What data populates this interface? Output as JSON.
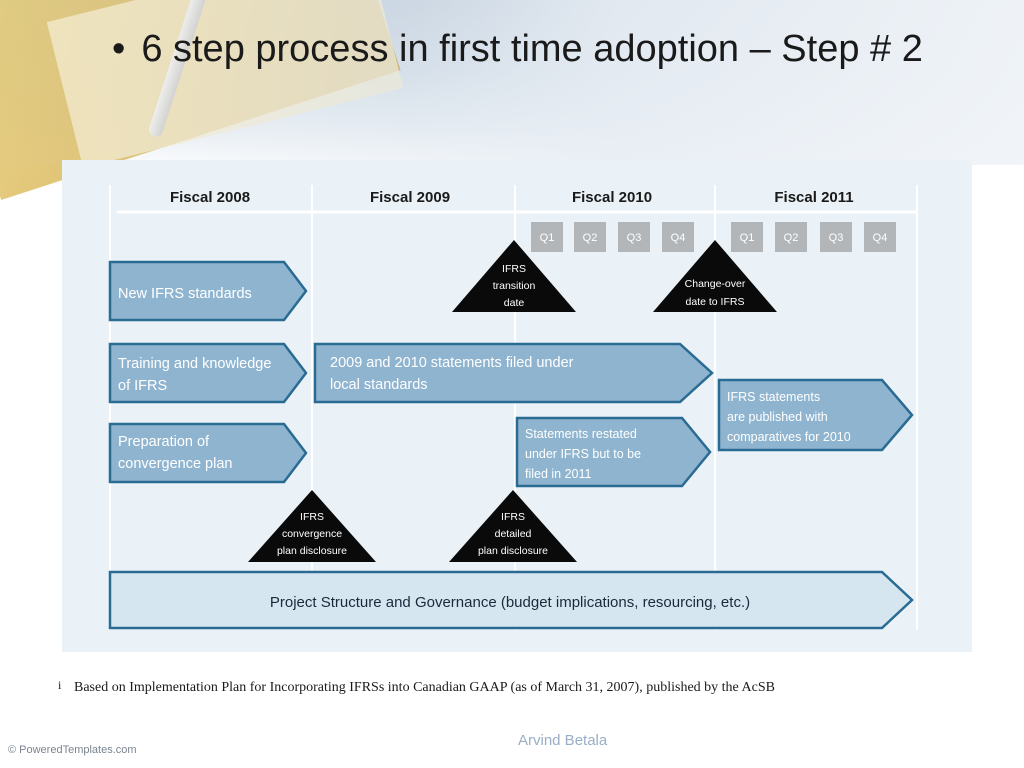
{
  "slide": {
    "bullet": "•",
    "title": "6 step process in first time adoption – Step # 2"
  },
  "timeline": {
    "fiscal_years": [
      "Fiscal 2008",
      "Fiscal 2009",
      "Fiscal 2010",
      "Fiscal 2011"
    ],
    "quarters_2010": [
      "Q1",
      "Q2",
      "Q3",
      "Q4"
    ],
    "quarters_2011": [
      "Q1",
      "Q2",
      "Q3",
      "Q4"
    ],
    "milestones_top": {
      "transition": [
        "IFRS",
        "transition",
        "date"
      ],
      "changeover": [
        "Change-over",
        "date to IFRS"
      ]
    },
    "milestones_bottom": {
      "convergence": [
        "IFRS",
        "convergence",
        "plan disclosure"
      ],
      "detailed": [
        "IFRS",
        "detailed",
        "plan disclosure"
      ]
    },
    "boxes": {
      "new_standards": [
        "New IFRS standards"
      ],
      "training": [
        "Training and knowledge",
        "of IFRS"
      ],
      "preparation": [
        "Preparation of",
        "convergence plan"
      ],
      "local_statements": [
        "2009 and 2010 statements filed under",
        "local standards"
      ],
      "restated": [
        "Statements restated",
        "under IFRS but to be",
        "filed in 2011"
      ],
      "published": [
        "IFRS statements",
        "are published with",
        "comparatives for 2010"
      ],
      "governance": "Project Structure and Governance (budget implications, resourcing, etc.)"
    },
    "colors": {
      "arrow_fill": "#8fb4cf",
      "arrow_stroke": "#2a6b93",
      "governance_fill": "#d6e6f0",
      "quarter_box": "#b3b6b9",
      "milestone": "#0a0a0a",
      "panel": "#eaf2f7"
    }
  },
  "caption": {
    "mark": "i",
    "text": "Based on Implementation Plan for Incorporating IFRSs into Canadian GAAP (as of March 31, 2007), published by the AcSB"
  },
  "footer": {
    "brand": "© PoweredTemplates.com",
    "author": "Arvind Betala"
  }
}
